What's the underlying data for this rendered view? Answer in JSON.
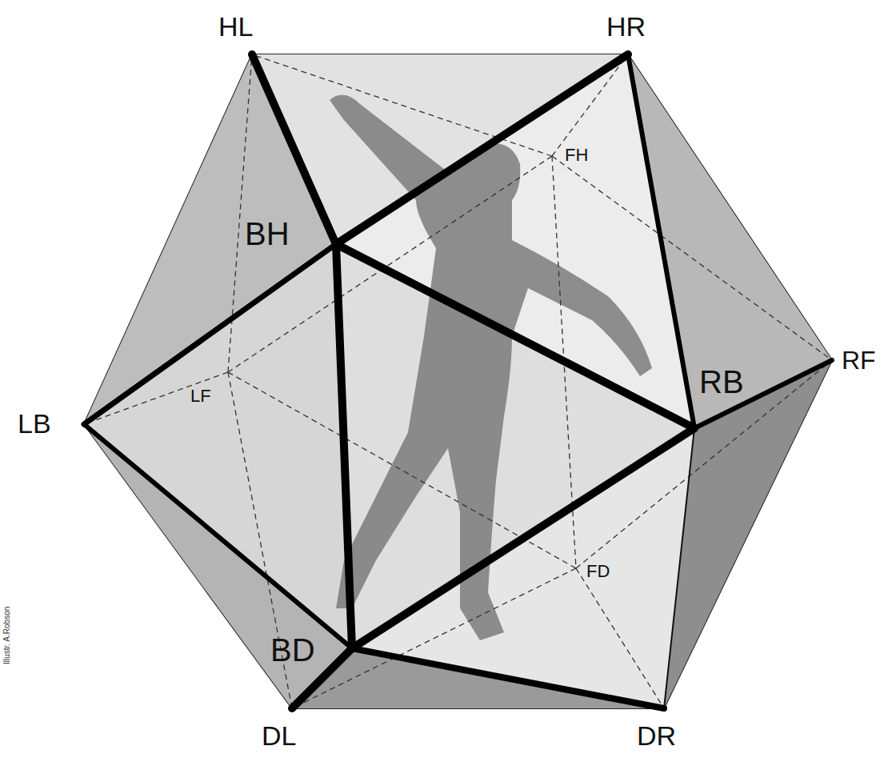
{
  "diagram": {
    "labels": [
      "HL",
      "HR",
      "FH",
      "BH",
      "RF",
      "RB",
      "LF",
      "LB",
      "FD",
      "BD",
      "DL",
      "DR",
      "Illustr. A.Robson"
    ]
  }
}
